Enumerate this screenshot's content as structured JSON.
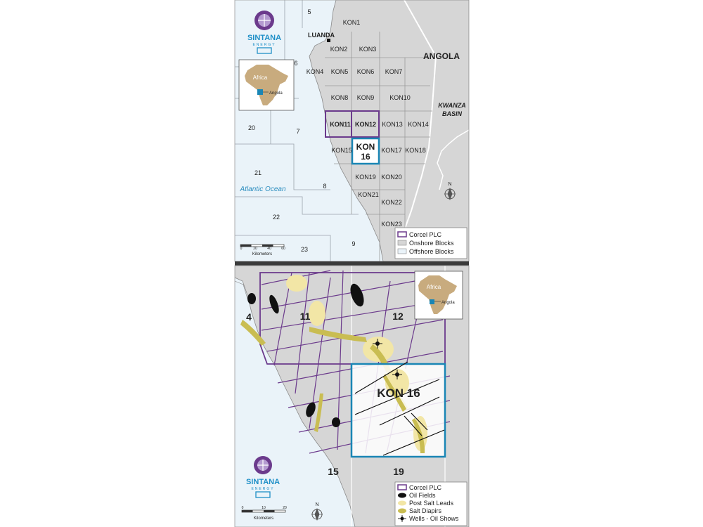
{
  "colors": {
    "onshore": "#d6d6d6",
    "offshore": "#eaf3f9",
    "ocean_text": "#2f8fc0",
    "corcel": "#6b3a8c",
    "kon16": "#1a86b5",
    "oil": "#111111",
    "post_salt": "#f2e6a6",
    "salt_diapir": "#c9bd52",
    "divider": "#3a3a3a",
    "logo_text": "#1e8fc7",
    "africa": "#c8ab7e",
    "angola": "#1a86b5"
  },
  "top_map": {
    "country": "ANGOLA",
    "city": "LUANDA",
    "basin_line1": "KWANZA",
    "basin_line2": "BASIN",
    "ocean": "Atlantic Ocean",
    "kon16_line1": "KON",
    "kon16_line2": "16",
    "offshore_blocks": [
      "5",
      "6",
      "7",
      "8",
      "9",
      "20",
      "21",
      "22",
      "23"
    ],
    "onshore_blocks": [
      "KON1",
      "KON2",
      "KON3",
      "KON4",
      "KON5",
      "KON6",
      "KON7",
      "KON8",
      "KON9",
      "KON10",
      "KON11",
      "KON12",
      "KON13",
      "KON14",
      "KON15",
      "KON17",
      "KON18",
      "KON19",
      "KON20",
      "KON21",
      "KON22",
      "KON23"
    ],
    "inset": {
      "continent": "Africa",
      "country": "Angola"
    },
    "scale": {
      "ticks": [
        "0",
        "20",
        "40",
        "60"
      ],
      "unit": "Kilometers"
    },
    "legend": [
      {
        "label": "Corcel PLC",
        "icon": "purple-outline-box"
      },
      {
        "label": "Onshore Blocks",
        "icon": "grey-box"
      },
      {
        "label": "Offshore Blocks",
        "icon": "light-blue-box"
      }
    ],
    "north": "N"
  },
  "bottom_map": {
    "block_labels": [
      "4",
      "11",
      "12",
      "15",
      "19"
    ],
    "kon16": "KON 16",
    "inset": {
      "continent": "Africa",
      "country": "Angola"
    },
    "scale": {
      "ticks": [
        "0",
        "10",
        "20"
      ],
      "unit": "Kilometers"
    },
    "legend": [
      {
        "label": "Corcel PLC",
        "icon": "purple-outline-box"
      },
      {
        "label": "Oil Fields",
        "icon": "black-blob"
      },
      {
        "label": "Post Salt Leads",
        "icon": "light-yellow-blob"
      },
      {
        "label": "Salt Diapirs",
        "icon": "olive-blob"
      },
      {
        "label": "Wells - Oil Shows",
        "icon": "well-symbol"
      }
    ],
    "north": "N"
  },
  "logo": {
    "name": "SINTANA",
    "sub": "ENERGY"
  }
}
